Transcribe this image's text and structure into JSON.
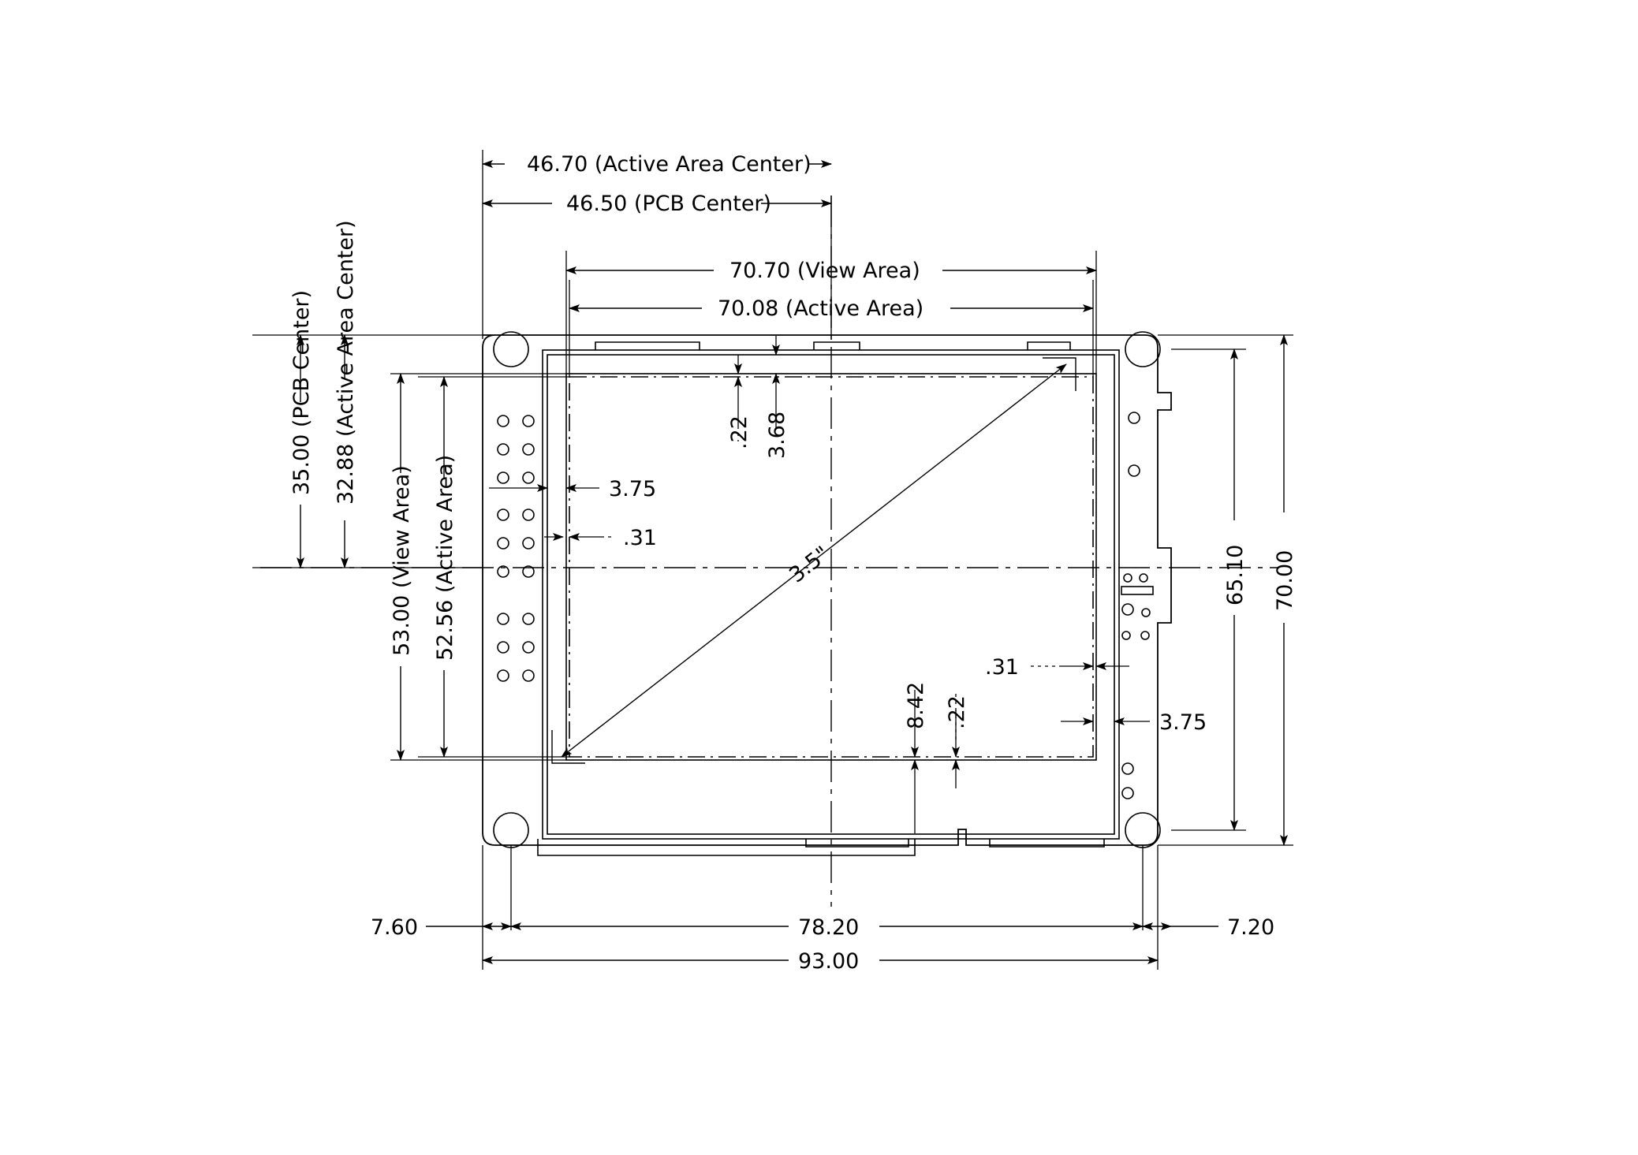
{
  "drawing": {
    "type": "mechanical-dimension-drawing",
    "subject": "3.5 inch LCD display module PCB outline",
    "units": "millimeters",
    "line_color": "#000000",
    "background_color": "#ffffff"
  },
  "dimensions": {
    "top": [
      {
        "id": "active-area-center-x",
        "value": "46.70 (Active Area Center)"
      },
      {
        "id": "pcb-center-x",
        "value": "46.50 (PCB Center)"
      },
      {
        "id": "view-area-width",
        "value": "70.70 (View Area)"
      },
      {
        "id": "active-area-width",
        "value": "70.08 (Active Area)"
      }
    ],
    "left": [
      {
        "id": "active-area-center-y",
        "value": "32.88 (Active Area Center)"
      },
      {
        "id": "pcb-center-y",
        "value": "35.00 (PCB Center)"
      },
      {
        "id": "view-area-height",
        "value": "53.00 (View Area)"
      },
      {
        "id": "active-area-height",
        "value": "52.56 (Active Area)"
      }
    ],
    "right": [
      {
        "id": "inner-height",
        "value": "65.10"
      },
      {
        "id": "overall-height",
        "value": "70.00"
      }
    ],
    "bottom": [
      {
        "id": "left-margin",
        "value": "7.60"
      },
      {
        "id": "inner-width",
        "value": "78.20"
      },
      {
        "id": "right-margin",
        "value": "7.20"
      },
      {
        "id": "overall-width",
        "value": "93.00"
      }
    ],
    "inner": [
      {
        "id": "top-bezel-gap",
        "value": ".22"
      },
      {
        "id": "top-bezel",
        "value": "3.68"
      },
      {
        "id": "left-bezel",
        "value": "3.75"
      },
      {
        "id": "left-bezel-gap",
        "value": ".31"
      },
      {
        "id": "right-bezel-gap",
        "value": ".31"
      },
      {
        "id": "right-bezel",
        "value": "3.75"
      },
      {
        "id": "bottom-bezel",
        "value": "8.42"
      },
      {
        "id": "bottom-bezel-gap",
        "value": ".22"
      }
    ],
    "diagonal": {
      "id": "screen-diagonal",
      "value": "3.5\""
    }
  }
}
